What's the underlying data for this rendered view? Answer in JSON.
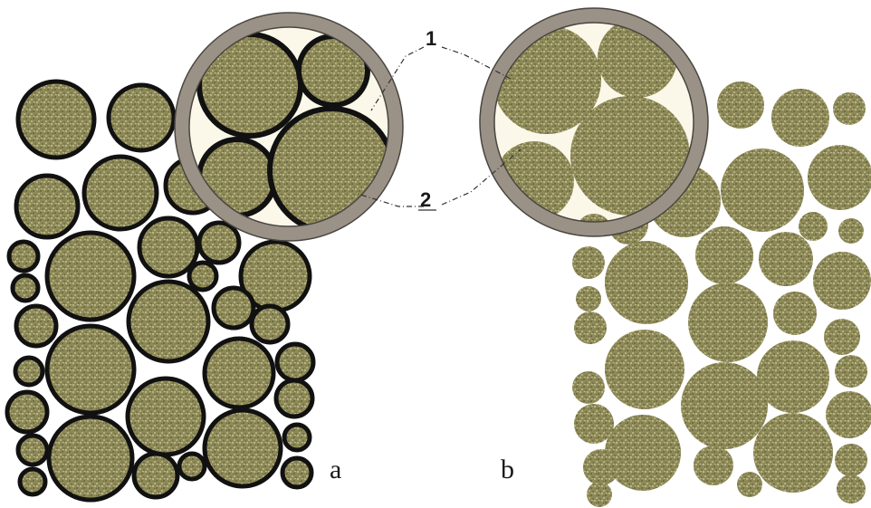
{
  "panels": [
    {
      "id": "a",
      "label": "a"
    },
    {
      "id": "b",
      "label": "b"
    }
  ],
  "callouts": [
    {
      "id": "1",
      "label": "1"
    },
    {
      "id": "2",
      "label": "2"
    }
  ],
  "colors": {
    "particle_fill": "#8e8a58",
    "particle_speckle_light": "#d8d2a6",
    "particle_speckle_dark": "#4a4a2c",
    "coating": "#111111",
    "ring": "#9a9286",
    "ring_edge": "#4a4540",
    "pore": "#fbf8ea",
    "leader_line": "#333333"
  }
}
